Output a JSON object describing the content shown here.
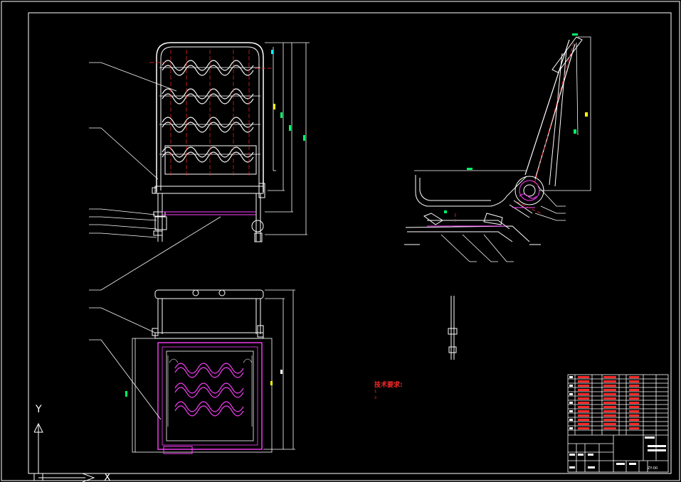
{
  "notes": {
    "heading": "技术要求:",
    "lines": [
      "1.",
      "2."
    ]
  },
  "axes": {
    "y_label": "Y",
    "x_label": "X"
  },
  "title_block": {
    "drawing_no": "ZY-00",
    "rows": 14
  },
  "colors": {
    "background": "#000000",
    "line": "#ffffff",
    "accent_red": "#ff2a2a",
    "accent_magenta": "#ff40ff",
    "accent_green": "#00ff66",
    "accent_cyan": "#00ffff",
    "accent_yellow": "#ffff00"
  }
}
